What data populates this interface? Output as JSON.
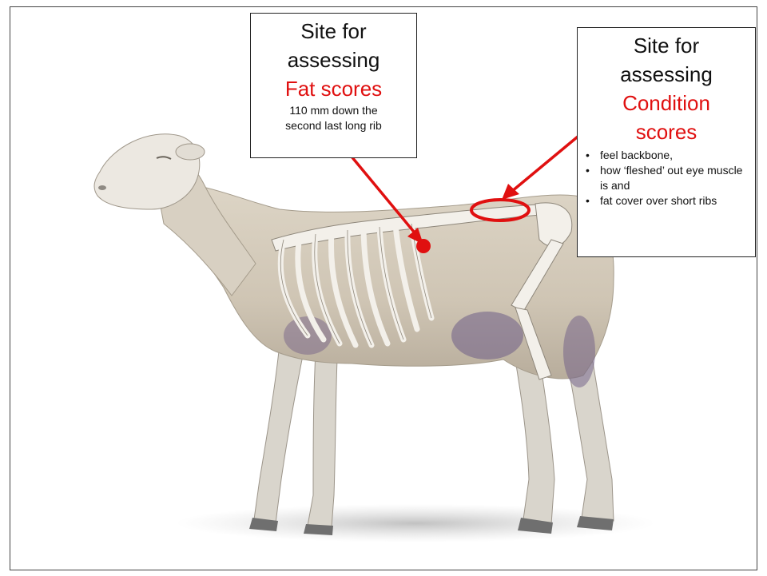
{
  "fat_callout": {
    "line1": "Site for",
    "line2": "assessing",
    "highlight": "Fat scores",
    "detail_line1": "110 mm down the",
    "detail_line2": "second last long rib"
  },
  "condition_callout": {
    "line1": "Site for",
    "line2": "assessing",
    "highlight_line1": "Condition",
    "highlight_line2": "scores",
    "bullets": [
      "feel backbone,",
      "how ‘fleshed’ out eye muscle is and",
      "fat cover over short ribs"
    ]
  },
  "colors": {
    "accent": "#e01010",
    "fleece": "#d3cabb",
    "bone": "#f3f0ea",
    "shadow_purple": "#6e5c86"
  }
}
